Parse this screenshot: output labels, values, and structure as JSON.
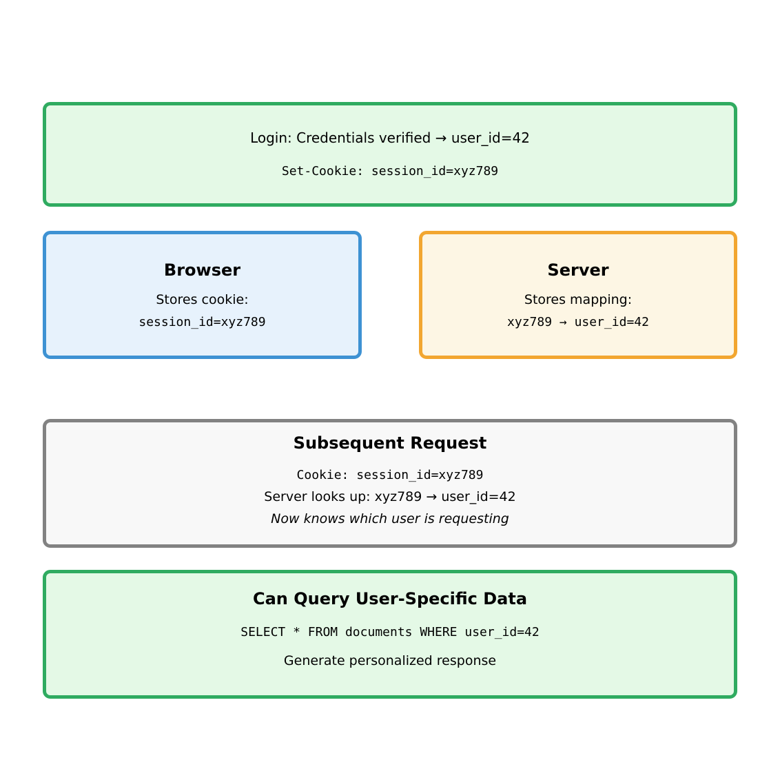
{
  "page": {
    "background": "#ffffff"
  },
  "colors": {
    "green_border": "#2fab60",
    "green_fill": "#e4f9e6",
    "blue_border": "#3e92d3",
    "blue_fill": "#e7f2fc",
    "orange_border": "#f2a630",
    "orange_fill": "#fdf6e4",
    "gray_border": "#828282",
    "gray_fill": "#f8f8f8",
    "text": "#000000"
  },
  "boxes": {
    "login": {
      "line1": "Login: Credentials verified → user_id=42",
      "code": "Set-Cookie: session_id=xyz789"
    },
    "browser": {
      "title": "Browser",
      "line1": "Stores cookie:",
      "code": "session_id=xyz789"
    },
    "server": {
      "title": "Server",
      "line1": "Stores mapping:",
      "code": "xyz789 → user_id=42"
    },
    "subsequent_request": {
      "title": "Subsequent Request",
      "code": "Cookie: session_id=xyz789",
      "line2": "Server looks up: xyz789 → user_id=42",
      "note": "Now knows which user is requesting"
    },
    "query": {
      "title": "Can Query User-Specific Data",
      "code": "SELECT * FROM documents WHERE user_id=42",
      "line2": "Generate personalized response"
    }
  }
}
